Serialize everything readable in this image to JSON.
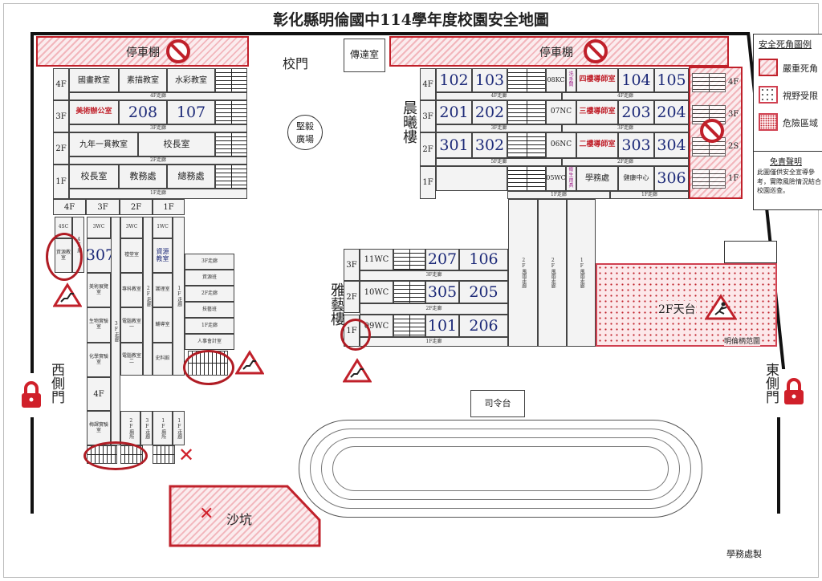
{
  "title": "彰化縣明倫國中114學年度校園安全地圖",
  "gates": {
    "main": "校門",
    "west": "西側門",
    "east": "東側門"
  },
  "parking": {
    "left": "停車棚",
    "right": "停車棚"
  },
  "guard_room": "傳達室",
  "plaza": "堅毅廣場",
  "west_building": {
    "floors": [
      "4F",
      "3F",
      "2F",
      "1F"
    ],
    "rooms_4f": [
      "國畫教室",
      "素描教室",
      "水彩教室"
    ],
    "rooms_3f": [
      "美術辦公室",
      "208",
      "107"
    ],
    "rooms_2f": [
      "九年一貫教室",
      "校長室"
    ],
    "rooms_1f": [
      "校長室",
      "教務處",
      "總務處"
    ],
    "corridors": [
      "4F走廊",
      "3F走廊",
      "2F走廊",
      "1F走廊"
    ]
  },
  "west_wing": {
    "floor_headers": [
      "4F",
      "3F",
      "2F",
      "1F"
    ],
    "col4": [
      "4SC",
      "4F廁",
      "資源教室"
    ],
    "col3": [
      "3WC",
      "307",
      "美術展覽室",
      "生物實驗室",
      "化學實驗室",
      "4F",
      "梅課實驗室"
    ],
    "col2": [
      "3WC",
      "禮堂室",
      "專科教室",
      "電腦教室一",
      "電腦教室二"
    ],
    "col1": [
      "1WC",
      "資源教室",
      "護理室",
      "輔導室",
      "史料館"
    ],
    "corridors": [
      "3F走廊",
      "2F走廊",
      "1F走廊"
    ],
    "ext": [
      "3F走廊",
      "資源班",
      "2F走廊",
      "技藝班",
      "1F走廊",
      "人事會計室"
    ],
    "bottom": [
      "2F廁所",
      "3F走廊",
      "1F廁所",
      "1F走廊"
    ]
  },
  "chenxi": {
    "name": "晨曦樓",
    "floors": [
      "4F",
      "3F",
      "2F",
      "1F"
    ],
    "right_floors": [
      "4F",
      "3F",
      "2S",
      "1F"
    ],
    "r4": [
      "102",
      "103",
      "08KC",
      "洗手間",
      "四樓導師室",
      "104",
      "105"
    ],
    "r3": [
      "201",
      "202",
      "07NC",
      "三樓導師室",
      "203",
      "204"
    ],
    "r2": [
      "301",
      "302",
      "06NC",
      "二樓導師室",
      "303",
      "304"
    ],
    "r1": [
      "05WC",
      "衛生用具",
      "學務處",
      "健康中心",
      "306"
    ],
    "corridors": [
      "4F走廊",
      "4F走廊",
      "3F走廊",
      "3F走廊",
      "5F走廊",
      "2F走廊",
      "1F走廊",
      "1F走廊"
    ]
  },
  "walkways": [
    "2F風雨走廊",
    "2F風雨走廊",
    "1F風雨走廊"
  ],
  "yayi": {
    "name": "雅藝樓",
    "floors": [
      "3F",
      "2F",
      "1F"
    ],
    "wc": [
      "11WC",
      "10WC",
      "09WC"
    ],
    "rooms": [
      "207",
      "106",
      "305",
      "205",
      "101",
      "206"
    ],
    "corridors": [
      "3F走廊",
      "2F走廊",
      "1F走廊"
    ]
  },
  "terrace": {
    "label": "2F天台",
    "note": "明倫柄范圍"
  },
  "podium": "司令台",
  "sandpit": "沙坑",
  "legend": {
    "title": "安全死角圖例",
    "items": [
      "嚴重死角",
      "視野受限",
      "危險區域"
    ]
  },
  "disclaimer": {
    "title": "免責聲明",
    "text": "此圖僅供安全宣導參考，實際風險情況結合校園巡查。"
  },
  "credit": "學務處製",
  "colors": {
    "danger": "#c0202a",
    "room_number": "#1d2a78"
  }
}
